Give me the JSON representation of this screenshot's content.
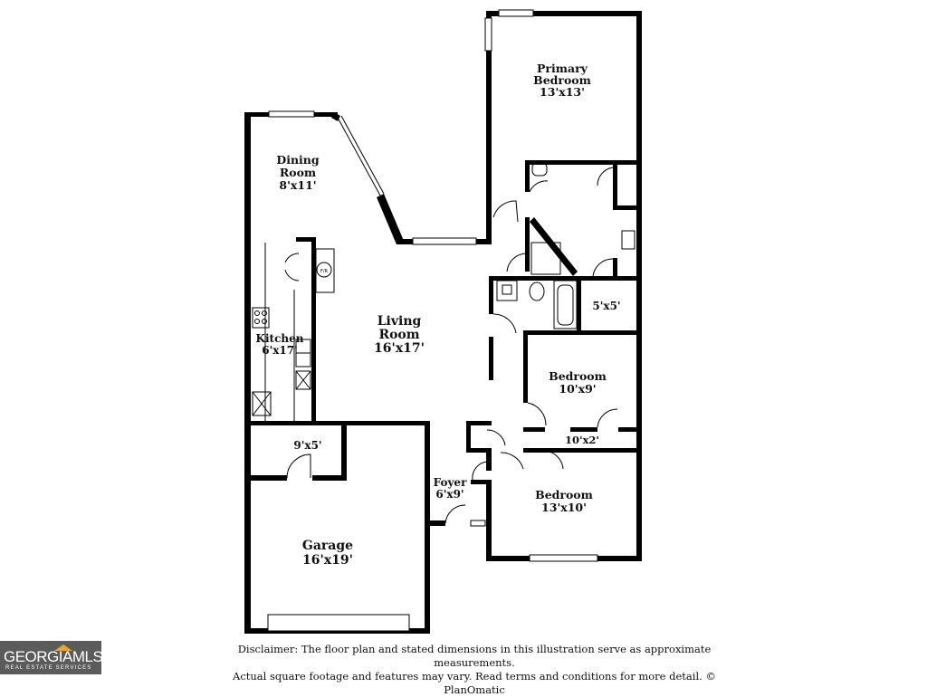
{
  "rooms": {
    "primary_bedroom": {
      "name": "Primary\nBedroom",
      "size": "13'x13'"
    },
    "dining_room": {
      "name": "Dining\nRoom",
      "size": "8'x11'"
    },
    "kitchen": {
      "name": "Kitchen",
      "size": "6'x17'"
    },
    "living_room": {
      "name": "Living\nRoom",
      "size": "16'x17'"
    },
    "bath_5x5": {
      "size": "5'x5'"
    },
    "bedroom_1": {
      "name": "Bedroom",
      "size": "10'x9'"
    },
    "closet_10x2": {
      "size": "10'x2'"
    },
    "laundry_9x5": {
      "size": "9'x5'"
    },
    "foyer": {
      "name": "Foyer",
      "size": "6'x9'"
    },
    "bedroom_2": {
      "name": "Bedroom",
      "size": "13'x10'"
    },
    "garage": {
      "name": "Garage",
      "size": "16'x19'"
    }
  },
  "fixtures": {
    "fridge_label": "F/R"
  },
  "disclaimer": {
    "line1": "Disclaimer: The floor plan and stated dimensions in this illustration serve as approximate measurements.",
    "line2": "Actual square footage and features may vary. Read terms and conditions for more detail. © PlanOmatic"
  },
  "logo": {
    "main": "GEORGIAMLS",
    "sub": "REAL ESTATE SERVICES"
  }
}
